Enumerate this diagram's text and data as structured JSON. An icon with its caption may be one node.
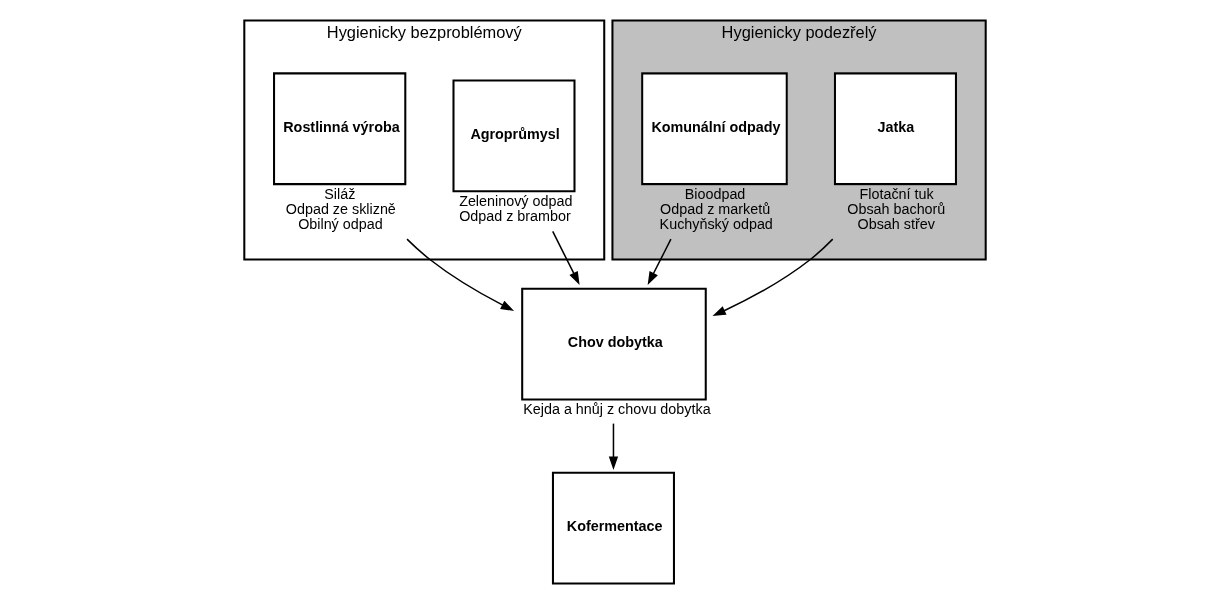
{
  "diagram": {
    "nodes": [
      {
        "text": [
          "Hygienicky bezproblémový"
        ]
      },
      {
        "text": [
          "Agroprůmysl"
        ],
        "in": 0,
        "beside": [
          "Zeleninový odpad",
          "Odpad z brambor"
        ]
      },
      {
        "text": [
          "Rostlinná výroba"
        ],
        "in": 0,
        "beside": [
          "Siláž",
          "Odpad ze sklizně",
          "Obilný odpad"
        ]
      },
      {
        "text": [
          "Chov dobytka"
        ],
        "beside": [
          "Kejda a hnůj z chovu dobytka"
        ]
      },
      {
        "text": [
          "Hygienicky podezřelý"
        ]
      },
      {
        "text": [
          "Jatka"
        ],
        "in": 4,
        "beside": [
          "Flotační tuk",
          "Obsah bachorů",
          "Obsah střev"
        ]
      },
      {
        "text": [
          "Komunální odpady"
        ],
        "in": 4,
        "beside": [
          "Bioodpad",
          "Odpad z marketů",
          "Kuchyňský odpad"
        ]
      },
      {
        "text": [
          "Kofermentace"
        ]
      }
    ],
    "edges": [
      {
        "from": 1,
        "to": 3,
        "arrow": "to"
      },
      {
        "from": 2,
        "to": 3,
        "arrow": "to"
      },
      {
        "from": 5,
        "to": 3,
        "arrow": "to"
      },
      {
        "from": 6,
        "to": 3,
        "arrow": "to"
      },
      {
        "from": 3,
        "to": 7,
        "arrow": "to"
      }
    ]
  }
}
